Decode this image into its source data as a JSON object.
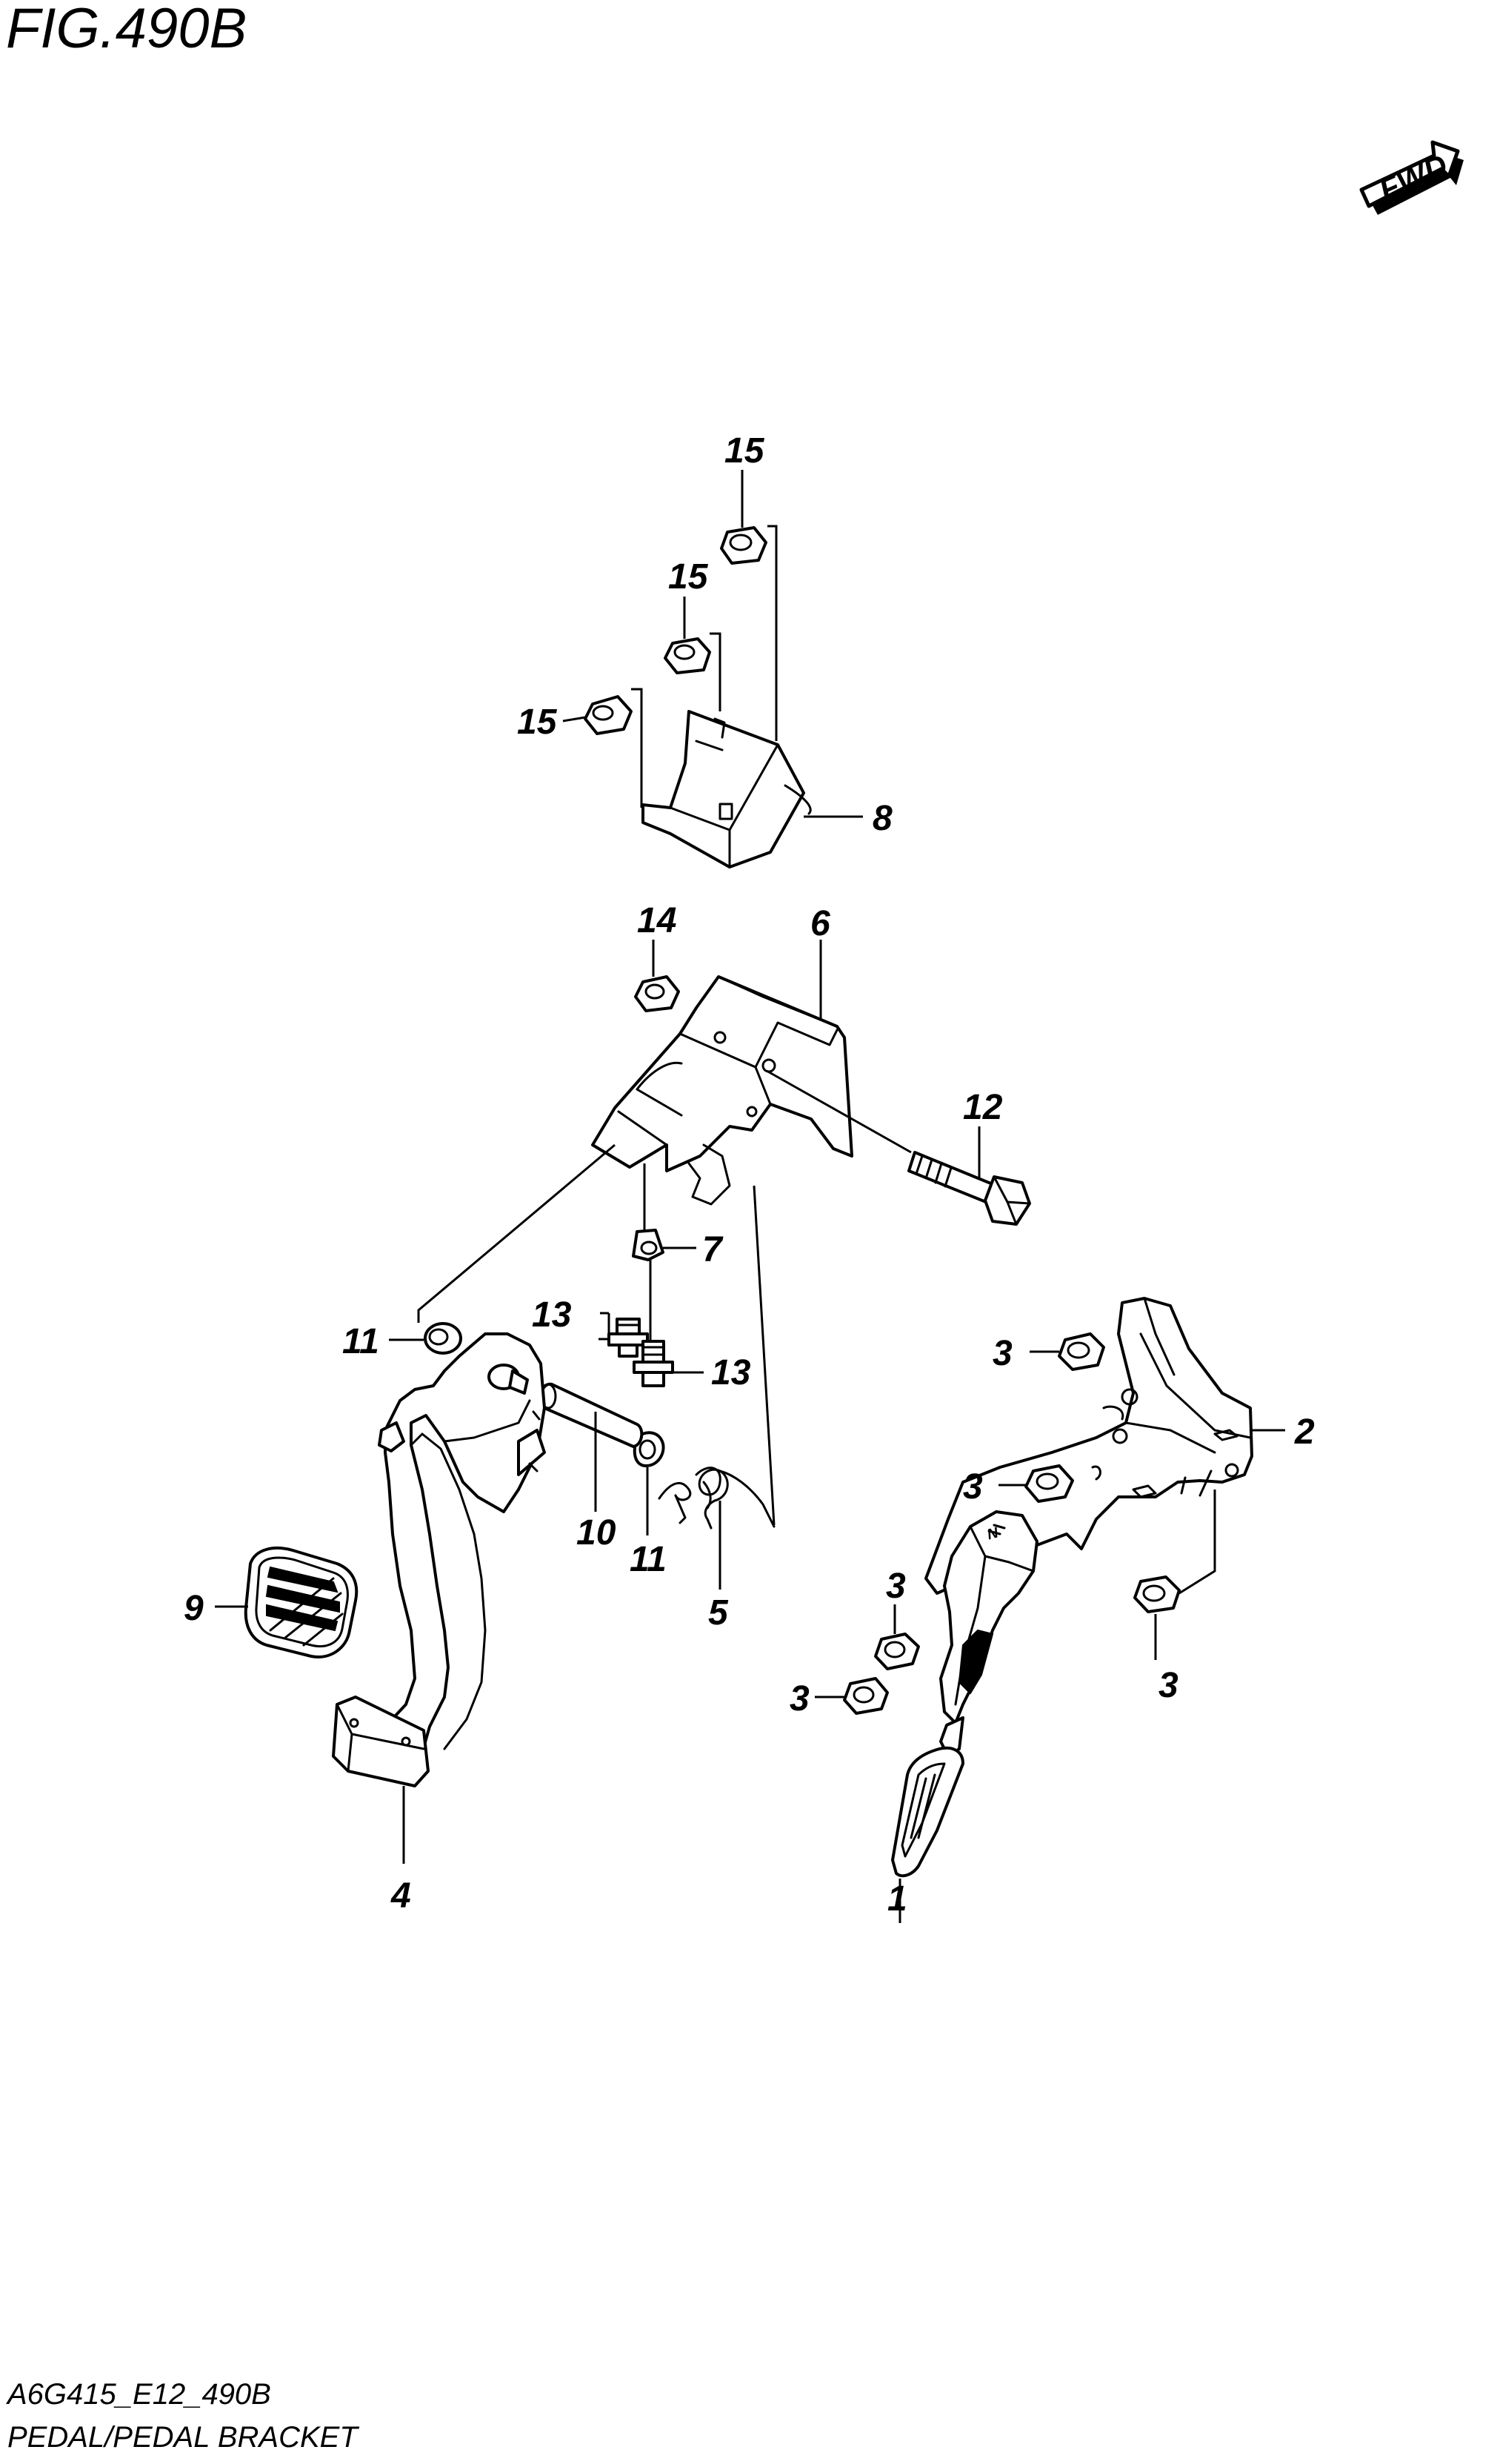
{
  "figure": {
    "title": "FIG.490B",
    "code": "A6G415_E12_490B",
    "caption": "PEDAL/PEDAL BRACKET",
    "fwd_label": "FWD"
  },
  "callouts": {
    "c15a": "15",
    "c15b": "15",
    "c15c": "15",
    "c8": "8",
    "c14": "14",
    "c6": "6",
    "c12": "12",
    "c7": "7",
    "c13a": "13",
    "c13b": "13",
    "c11a": "11",
    "c3a": "3",
    "c2": "2",
    "c3b": "3",
    "c10": "10",
    "c11b": "11",
    "c5": "5",
    "c3c": "3",
    "c9": "9",
    "c3d": "3",
    "c3e": "3",
    "c4": "4",
    "c1": "1"
  }
}
